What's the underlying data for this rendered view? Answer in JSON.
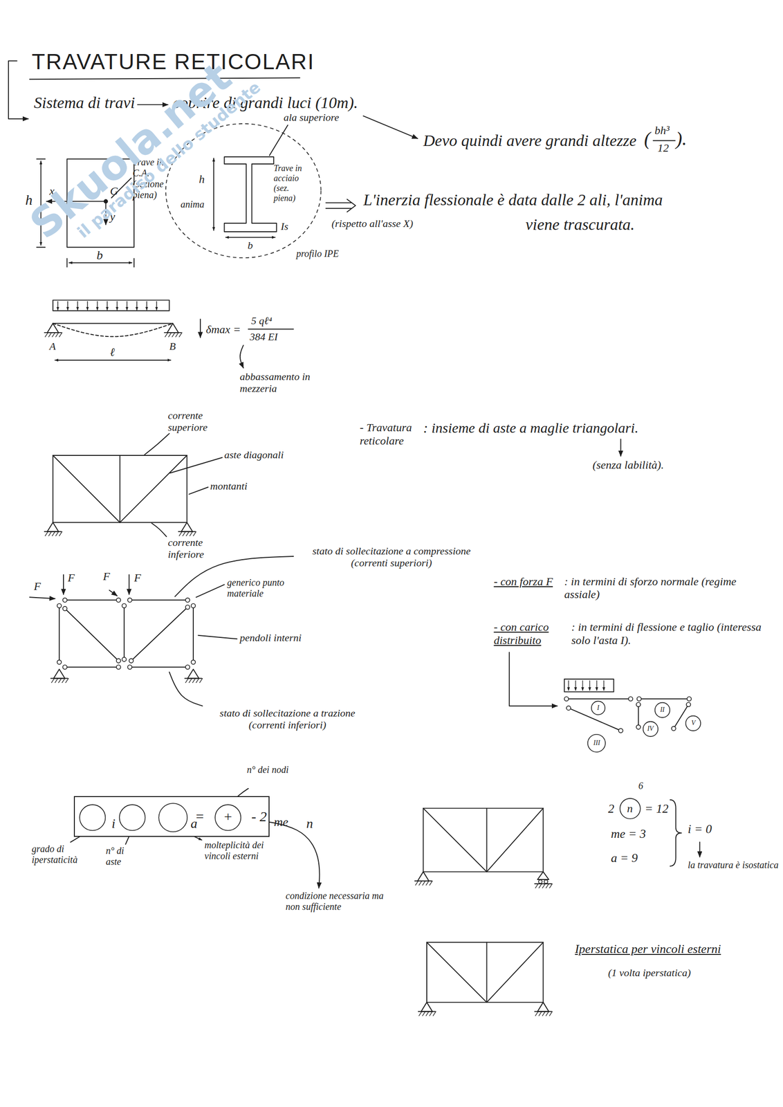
{
  "diagram": {
    "title": "TRAVATURE RETICOLARI",
    "nodes": [
      {
        "text": [
          "I"
        ]
      },
      {
        "text": [
          "II"
        ]
      },
      {
        "text": [
          "III"
        ]
      },
      {
        "text": [
          "IV"
        ]
      },
      {
        "text": [
          "V"
        ]
      },
      {
        "text": [
          "=",
          "+",
          "- 2"
        ]
      },
      {
        "text": [
          "i"
        ],
        "in": 5
      },
      {
        "text": [
          "a"
        ],
        "in": 5
      },
      {
        "text": [
          "me"
        ],
        "in": 5
      },
      {
        "text": [
          "n"
        ],
        "in": 5
      },
      {
        "text": [
          "n"
        ]
      }
    ],
    "labels": [
      "Sistema di travi",
      "coprire di grandi luci (10m).",
      "Devo quindi avere grandi altezze",
      "(",
      "bh³",
      "12",
      ").",
      "Trave in C.A. (sezione piena)",
      "h",
      "x",
      "G",
      "y",
      "b",
      "ala superiore",
      "Trave in acciaio (sez. piena)",
      "h",
      "anima",
      "Is",
      "b",
      "profilo IPE",
      "L'inerzia flessionale è data dalle 2 ali, l'anima",
      "(rispetto all'asse X)",
      "viene trascurata.",
      "A",
      "B",
      "ℓ",
      "δmax =",
      "5 qℓ⁴",
      "384 EI",
      "abbassamento in mezzeria",
      "corrente superiore",
      "aste diagonali",
      "montanti",
      "corrente inferiore",
      "- Travatura reticolare",
      ": insieme di aste a maglie triangolari.",
      "(senza labilità).",
      "F",
      "F",
      "F",
      "F",
      "stato di sollecitazione a compressione (correnti superiori)",
      "generico punto materiale",
      "pendoli interni",
      "stato di sollecitazione a trazione (correnti inferiori)",
      "- con forza F",
      ": in termini di sforzo normale (regime assiale)",
      "- con carico distribuito",
      ": in termini di flessione e taglio (interessa solo l'asta I).",
      "grado di iperstaticità",
      "n° di aste",
      "molteplicità dei vincoli esterni",
      "n° dei nodi",
      "condizione necessaria ma non sufficiente",
      "6",
      "2",
      "= 12",
      "me = 3",
      "a = 9",
      "i = 0",
      "la travatura è isostatica",
      "Iperstatica per vincoli esterni",
      "(1 volta iperstatica)",
      "Skuola.net",
      "il paradiso dello studente"
    ]
  }
}
